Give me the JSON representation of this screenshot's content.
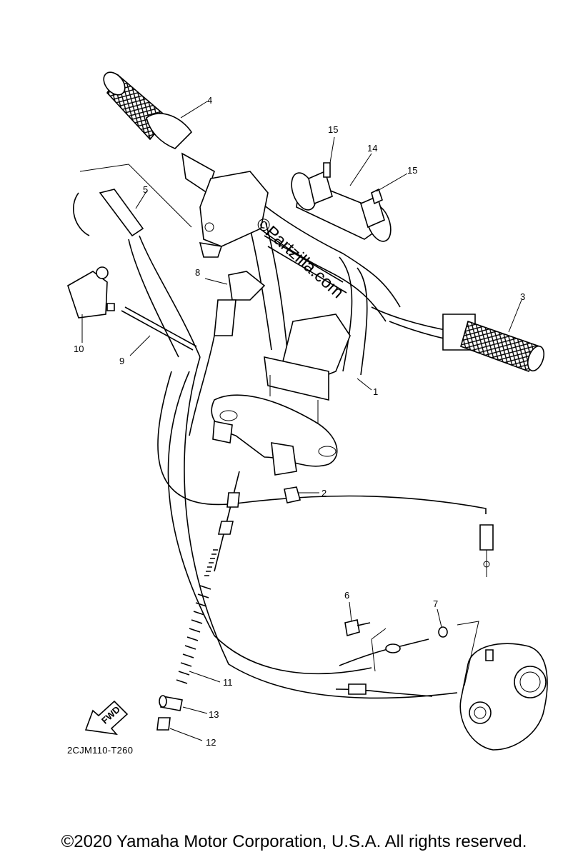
{
  "diagram": {
    "reference_code": "2CJM110-T260",
    "fwd_label": "FWD",
    "watermark": "©Partzilla.com",
    "copyright": "©2020 Yamaha Motor Corporation, U.S.A. All rights reserved.",
    "callouts": {
      "p1": "1",
      "p2": "2",
      "p3": "3",
      "p4": "4",
      "p5": "5",
      "p6": "6",
      "p7": "7",
      "p8": "8",
      "p9": "9",
      "p10": "10",
      "p11": "11",
      "p12": "12",
      "p13": "13",
      "p14": "14",
      "p15a": "15",
      "p15b": "15"
    }
  }
}
